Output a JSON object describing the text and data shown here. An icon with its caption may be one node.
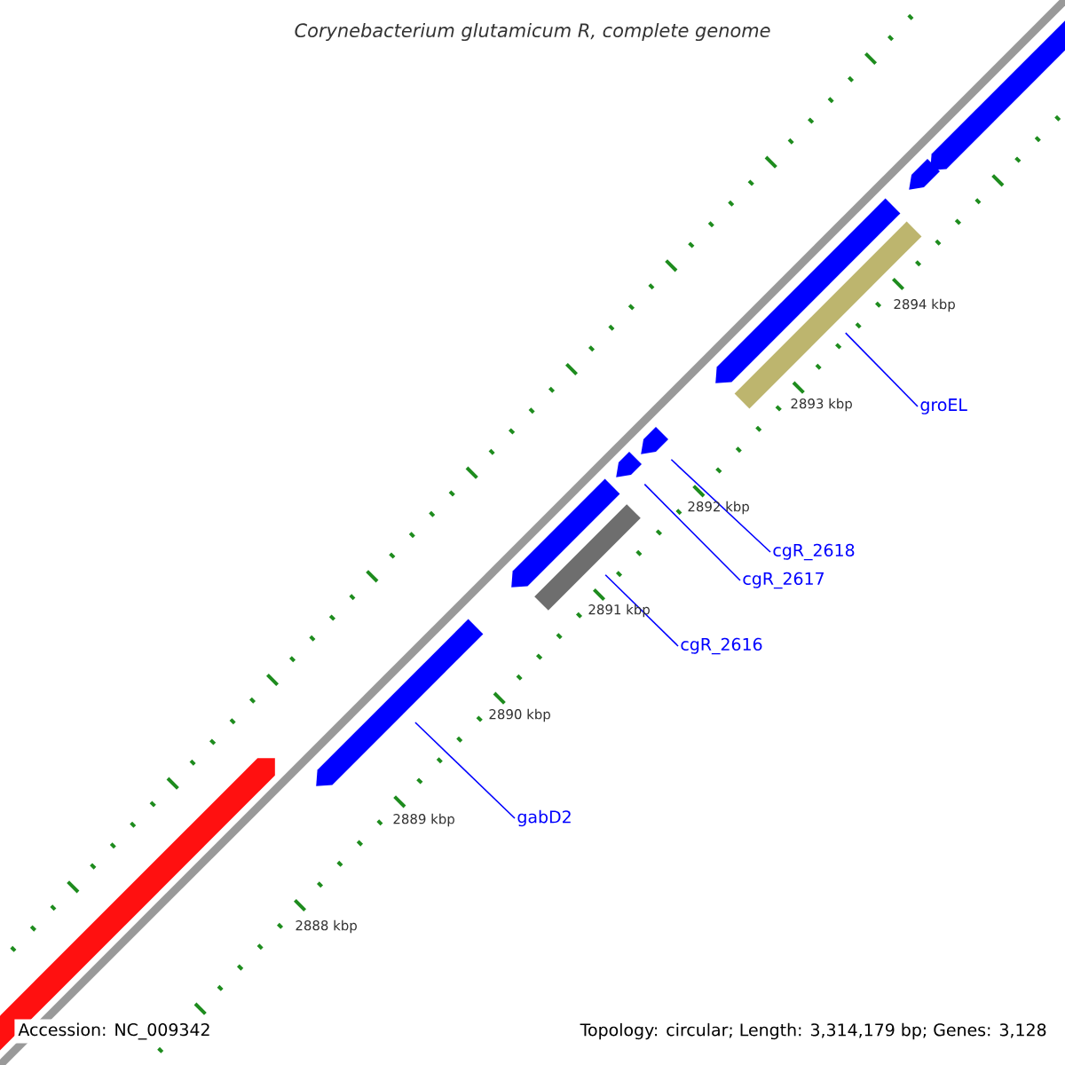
{
  "diagram": {
    "title": "Corynebacterium glutamicum R, complete genome",
    "nodes": [
      {
        "text": [
          "groEL"
        ]
      },
      {
        "text": [
          "cgR_2618"
        ]
      },
      {
        "text": [
          "cgR_2617"
        ]
      },
      {
        "text": [
          "cgR_2616"
        ]
      },
      {
        "text": [
          "gabD2"
        ]
      },
      {
        "text": [],
        "shape": "arrow"
      },
      {
        "text": [],
        "shape": "arrow"
      },
      {
        "text": [],
        "shape": "arrow"
      },
      {
        "text": [],
        "shape": "bar"
      },
      {
        "text": [],
        "shape": "arrow"
      },
      {
        "text": [],
        "shape": "arrow"
      },
      {
        "text": [],
        "shape": "arrow"
      },
      {
        "text": [],
        "shape": "bar"
      },
      {
        "text": [],
        "shape": "arrow"
      },
      {
        "text": [],
        "shape": "arrow"
      }
    ],
    "edges": [
      {
        "from": 0,
        "to": 12,
        "arrow": "none"
      },
      {
        "from": 1,
        "to": 10,
        "arrow": "none"
      },
      {
        "from": 2,
        "to": 9,
        "arrow": "none"
      },
      {
        "from": 3,
        "to": 8,
        "arrow": "none"
      },
      {
        "from": 4,
        "to": 6,
        "arrow": "none"
      }
    ],
    "labels": [
      "2894 kbp",
      "2893 kbp",
      "2892 kbp",
      "2891 kbp",
      "2890 kbp",
      "2889 kbp",
      "2888 kbp",
      "Accession: NC_009342",
      "Topology: circular; Length: 3,314,179 bp; Genes: 3,128"
    ]
  }
}
